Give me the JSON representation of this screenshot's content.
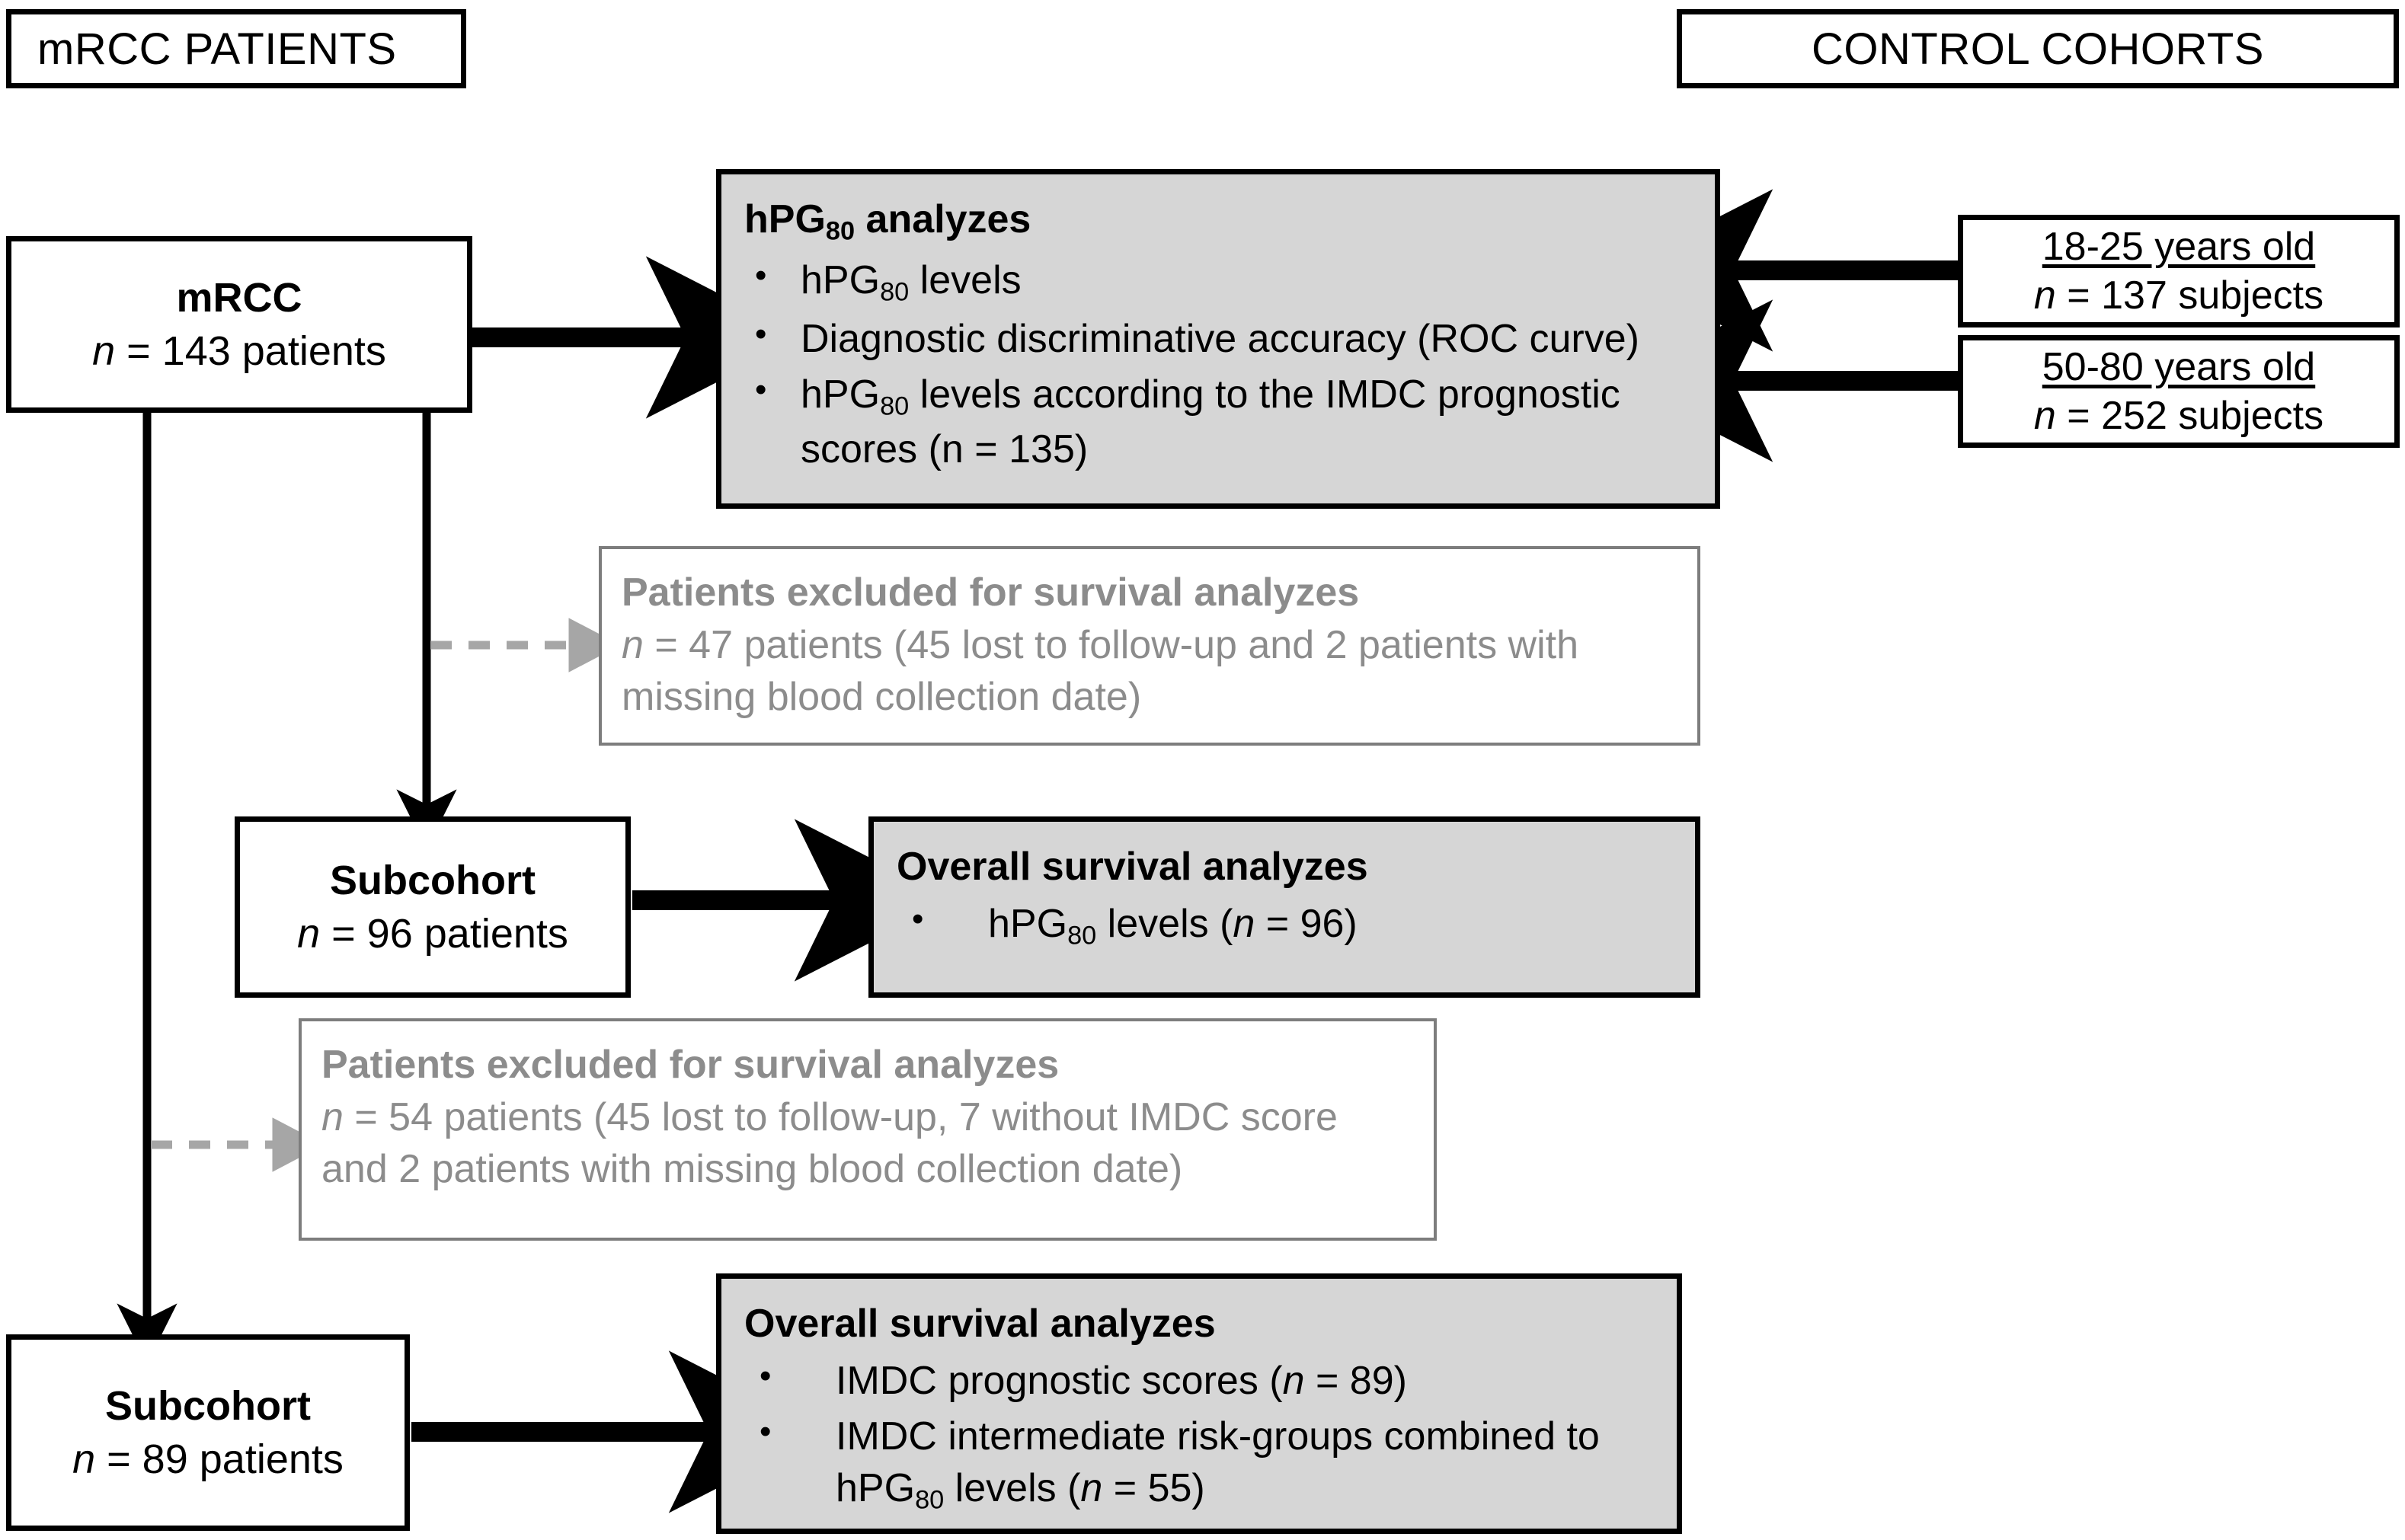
{
  "headers": {
    "left": "mRCC PATIENTS",
    "right": "CONTROL COHORTS"
  },
  "nodes": {
    "mrcc": {
      "line1": "mRCC",
      "line2_prefix": "n",
      "line2_rest": " = 143 patients"
    },
    "subcohort96": {
      "line1": "Subcohort",
      "line2_prefix": "n",
      "line2_rest": " = 96 patients"
    },
    "subcohort89": {
      "line1": "Subcohort",
      "line2_prefix": "n",
      "line2_rest": " = 89 patients"
    }
  },
  "control_cohorts": [
    {
      "label": "18-25 years old",
      "n_prefix": "n",
      "n_rest": " = 137 subjects"
    },
    {
      "label": "50-80 years old",
      "n_prefix": "n",
      "n_rest": " = 252 subjects"
    }
  ],
  "hpg80_analyzes": {
    "title_main": "hPG",
    "title_sub": "80",
    "title_tail": " analyzes",
    "bullets": [
      {
        "pre": "hPG",
        "sub": "80",
        "post": " levels"
      },
      {
        "pre": "",
        "sub": "",
        "post": "Diagnostic discriminative accuracy (ROC curve)"
      },
      {
        "pre": "hPG",
        "sub": "80",
        "post": " levels according to the IMDC prognostic scores (n = 135)"
      }
    ]
  },
  "os_analyzes_96": {
    "title": "Overall survival analyzes",
    "bullets": [
      {
        "pre": "hPG",
        "sub": "80",
        "post": " levels (",
        "italic_n": "n",
        "tail": " = 96)"
      }
    ]
  },
  "os_analyzes_89": {
    "title": "Overall survival analyzes",
    "bullets": [
      {
        "text_a": "IMDC prognostic scores (",
        "italic_n": "n",
        "text_b": " = 89)"
      },
      {
        "text_a": "IMDC intermediate risk-groups combined to hPG",
        "sub": "80",
        "text_mid": " levels (",
        "italic_n": "n",
        "text_b": " = 55)"
      }
    ]
  },
  "exclusions": [
    {
      "title": "Patients excluded for survival analyzes",
      "n_prefix": "n",
      "body": " = 47 patients (45 lost to follow-up and 2 patients with missing blood collection date)"
    },
    {
      "title": "Patients excluded for survival analyzes",
      "n_prefix": "n",
      "body": " = 54 patients (45 lost to follow-up, 7 without IMDC score and 2 patients with missing blood collection date)"
    }
  ],
  "colors": {
    "box_fill_gray": "#d6d6d6",
    "excluded_text_gray": "#8c8c8c",
    "stroke_black": "#000000"
  }
}
